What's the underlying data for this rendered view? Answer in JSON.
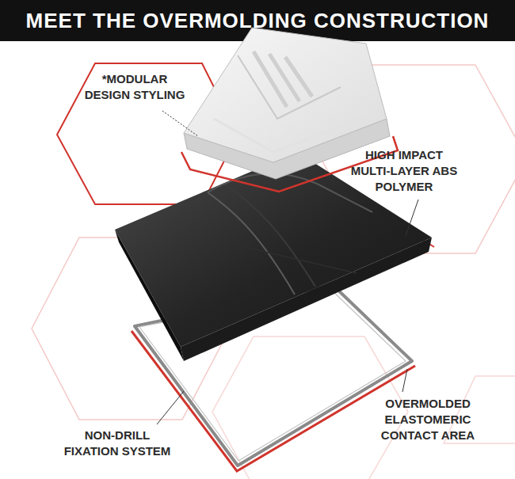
{
  "diagram": {
    "title": "MEET THE OVERMOLDING CONSTRUCTION",
    "labels": [
      "*MODULAR DESIGN STYLING",
      "HIGH IMPACT MULTI-LAYER ABS POLYMER",
      "OVERMOLDED ELASTOMERIC CONTACT AREA",
      "NON-DRILL FIXATION SYSTEM"
    ]
  }
}
